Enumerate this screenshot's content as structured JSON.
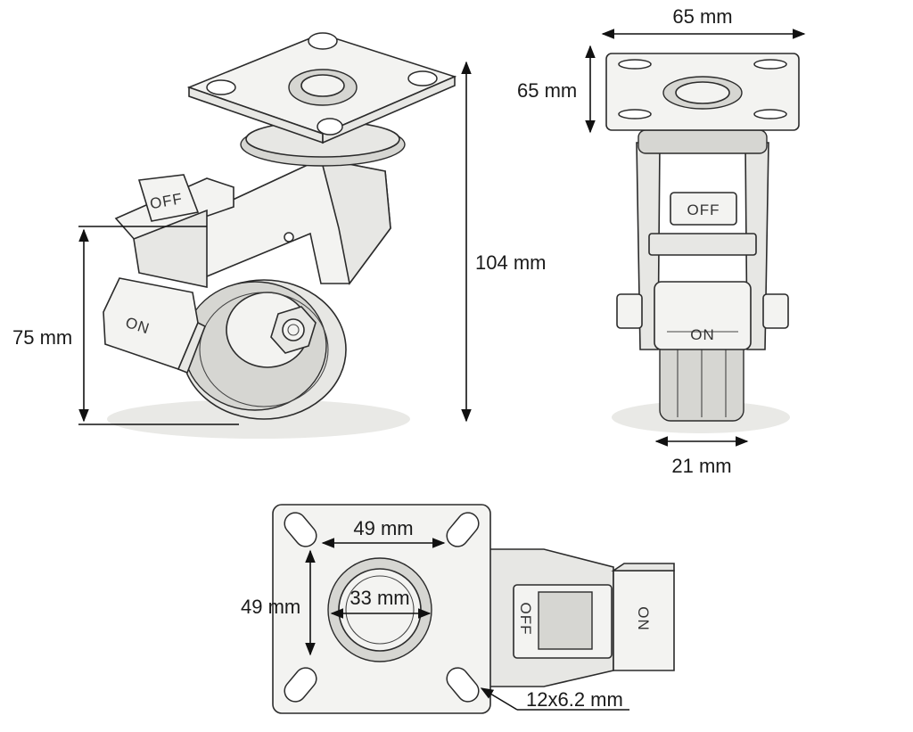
{
  "dimensions": {
    "plate_width": "65 mm",
    "plate_depth": "65 mm",
    "total_height": "104 mm",
    "wheel_diameter": "75 mm",
    "wheel_width": "21 mm",
    "hole_spacing_x": "49 mm",
    "hole_spacing_y": "49 mm",
    "center_bore": "33 mm",
    "slot_size": "12x6.2 mm"
  },
  "brake_labels": {
    "off": "OFF",
    "on": "ON"
  }
}
